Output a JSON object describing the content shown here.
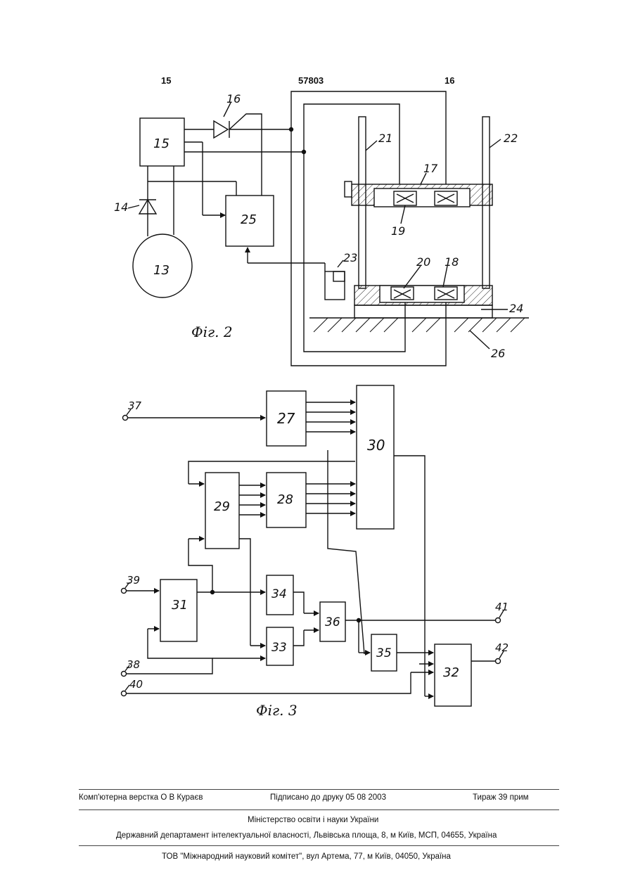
{
  "header": {
    "left_page": "15",
    "patent_number": "57803",
    "right_page": "16"
  },
  "fig2": {
    "caption": "Фіг. 2",
    "labels": {
      "b13": "13",
      "b14": "14",
      "b15": "15",
      "b16": "16",
      "b17": "17",
      "b18": "18",
      "b19": "19",
      "b20": "20",
      "b21": "21",
      "b22": "22",
      "b23": "23",
      "b24": "24",
      "b25": "25",
      "b26": "26"
    }
  },
  "fig3": {
    "caption": "Фіг. 3",
    "blocks": {
      "b27": "27",
      "b28": "28",
      "b29": "29",
      "b30": "30",
      "b31": "31",
      "b32": "32",
      "b33": "33",
      "b34": "34",
      "b35": "35",
      "b36": "36"
    },
    "terminals": {
      "t37": "37",
      "t38": "38",
      "t39": "39",
      "t40": "40",
      "t41": "41",
      "t42": "42"
    }
  },
  "footer": {
    "layout": "Комп'ютерна верстка О В  Кураєв",
    "signed": "Підписано до друку 05 08 2003",
    "circulation": "Тираж 39 прим",
    "ministry": "Міністерство освіти і науки України",
    "department": "Державний департамент інтелектуальної власності, Львівська площа, 8, м  Київ, МСП, 04655, Україна",
    "printer": "ТОВ \"Міжнародний науковий комітет\", вул  Артема, 77, м  Київ, 04050, Україна"
  }
}
